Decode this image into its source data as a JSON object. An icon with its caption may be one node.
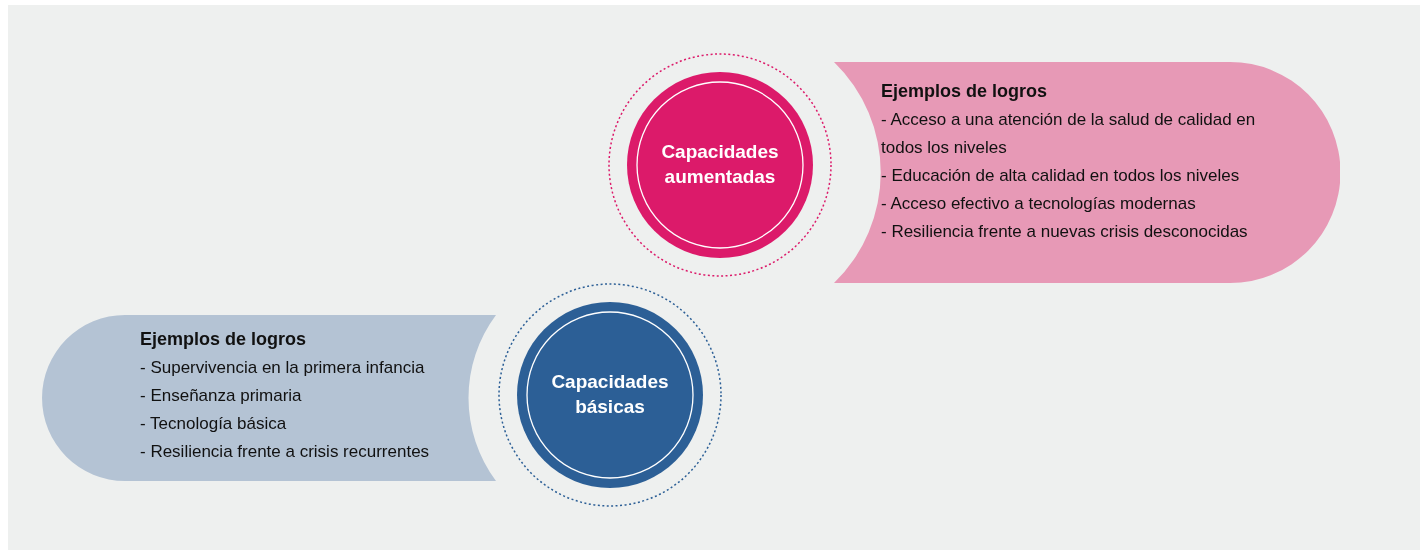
{
  "diagram": {
    "nodes": [
      {
        "text": [
          "Capacidades aumentadas"
        ]
      },
      {
        "text": [
          "Ejemplos de logros",
          "- Acceso a una atención de la salud de calidad en todos los niveles",
          "- Educación de alta calidad en todos los niveles",
          "- Acceso efectivo a tecnologías modernas",
          "- Resiliencia frente a nuevas crisis desconocidas"
        ]
      },
      {
        "text": [
          "Capacidades básicas"
        ]
      },
      {
        "text": [
          "Ejemplos de logros",
          "- Supervivencia en la primera infancia",
          "- Enseñanza primaria",
          "- Tecnología básica",
          "- Resiliencia frente a crisis recurrentes"
        ]
      }
    ]
  }
}
